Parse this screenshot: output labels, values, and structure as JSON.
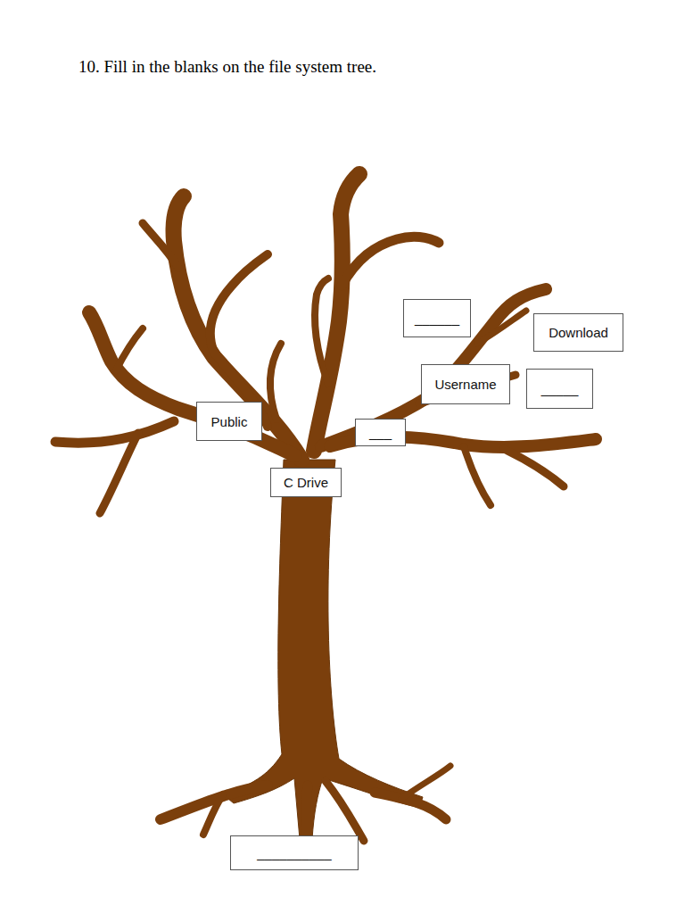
{
  "diagram": {
    "title": "10. Fill in the blanks on the file system tree.",
    "nodes": [
      {
        "text": [
          "______"
        ]
      },
      {
        "text": [
          "Download"
        ]
      },
      {
        "text": [
          "Username"
        ]
      },
      {
        "text": [
          "_____"
        ]
      },
      {
        "text": [
          "Public"
        ]
      },
      {
        "text": [
          "___"
        ]
      },
      {
        "text": [
          "C Drive"
        ]
      },
      {
        "text": [
          "__________"
        ]
      }
    ]
  }
}
